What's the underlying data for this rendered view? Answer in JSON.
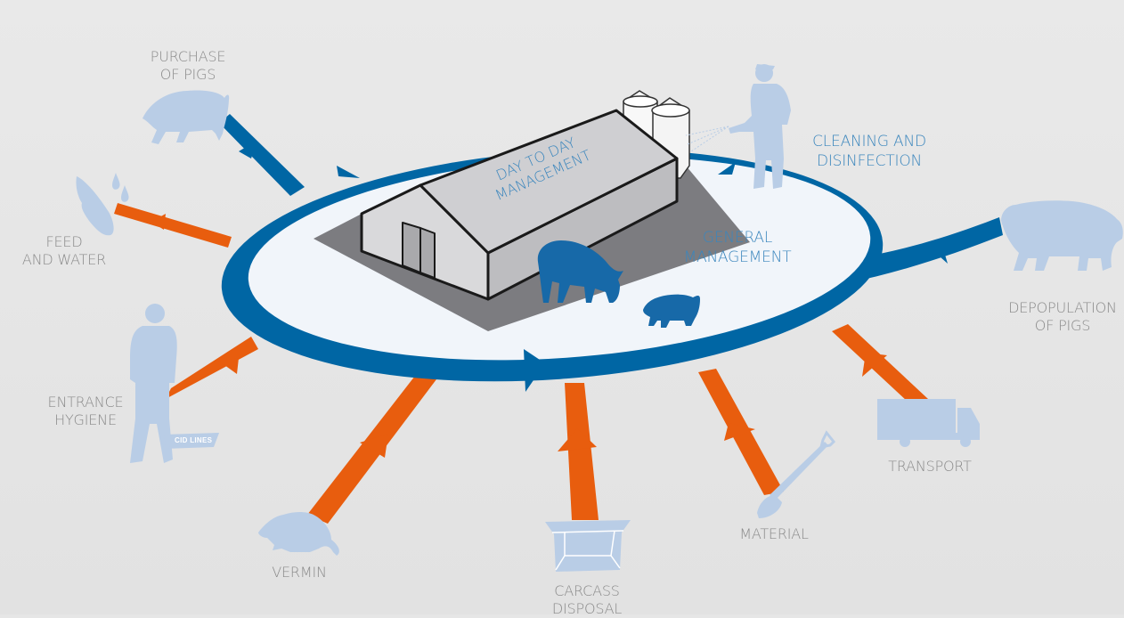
{
  "diagram": {
    "title": "Pig farm biosecurity",
    "colors": {
      "background": "#e6e6e6",
      "ring_blue": "#0066a4",
      "inner_oval": "#f1f5fa",
      "external_risk_orange": "#e85d0e",
      "silhouette_light_blue": "#b9cde6",
      "label_gray": "#8a8a8a",
      "label_blue": "#3b86bd",
      "pig_dark_blue": "#1769a8"
    },
    "center": {
      "building_label_line1": "DAY TO DAY",
      "building_label_line2": "MANAGEMENT",
      "ring_label_line1": "GENERAL",
      "ring_label_line2": "MANAGEMENT"
    },
    "nodes": [
      {
        "id": "purchase",
        "line1": "PURCHASE",
        "line2": "OF PIGS",
        "icon": "pig-icon",
        "flow": "blue",
        "direction": "inward"
      },
      {
        "id": "cleaning",
        "line1": "CLEANING AND",
        "line2": "DISINFECTION",
        "icon": "worker-spraying-icon",
        "flow": "blue",
        "direction": "on-ring"
      },
      {
        "id": "depopulation",
        "line1": "DEPOPULATION",
        "line2": "OF PIGS",
        "icon": "pig-icon",
        "flow": "blue",
        "direction": "outward"
      },
      {
        "id": "feed",
        "line1": "FEED",
        "line2": "AND WATER",
        "icon": "corn-and-water-drops-icon",
        "flow": "orange",
        "direction": "inward"
      },
      {
        "id": "entrance",
        "line1": "ENTRANCE",
        "line2": "HYGIENE",
        "icon": "person-icon",
        "flow": "orange",
        "direction": "inward"
      },
      {
        "id": "vermin",
        "line1": "VERMIN",
        "line2": "",
        "icon": "rat-icon",
        "flow": "orange",
        "direction": "inward"
      },
      {
        "id": "carcass",
        "line1": "CARCASS",
        "line2": "DISPOSAL",
        "icon": "carcass-container-icon",
        "flow": "orange",
        "direction": "inward"
      },
      {
        "id": "material",
        "line1": "MATERIAL",
        "line2": "",
        "icon": "shovel-icon",
        "flow": "orange",
        "direction": "inward"
      },
      {
        "id": "transport",
        "line1": "TRANSPORT",
        "line2": "",
        "icon": "truck-icon",
        "flow": "orange",
        "direction": "inward"
      }
    ],
    "brand_text": "CID LINES"
  }
}
